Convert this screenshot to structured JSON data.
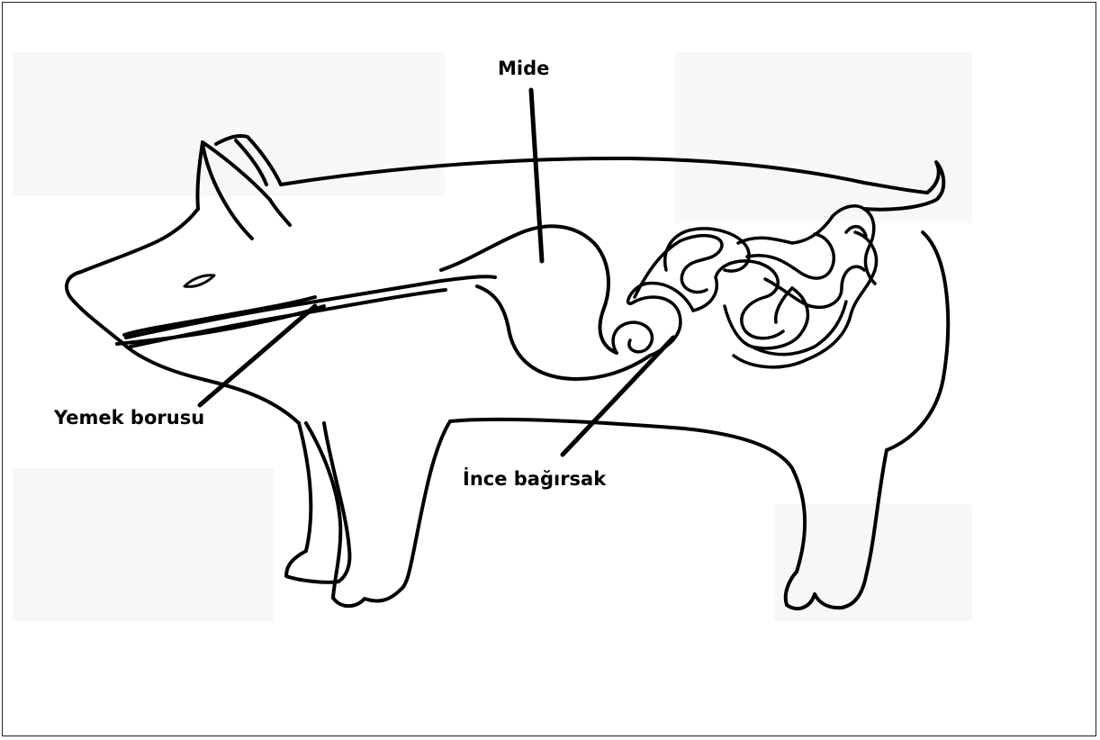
{
  "labels": {
    "stomach": "Mide",
    "esophagus": "Yemek borusu",
    "small_intestine": "İnce bağırsak"
  },
  "colors": {
    "line": "#000000",
    "background": "#ffffff",
    "frame": "#222222"
  }
}
